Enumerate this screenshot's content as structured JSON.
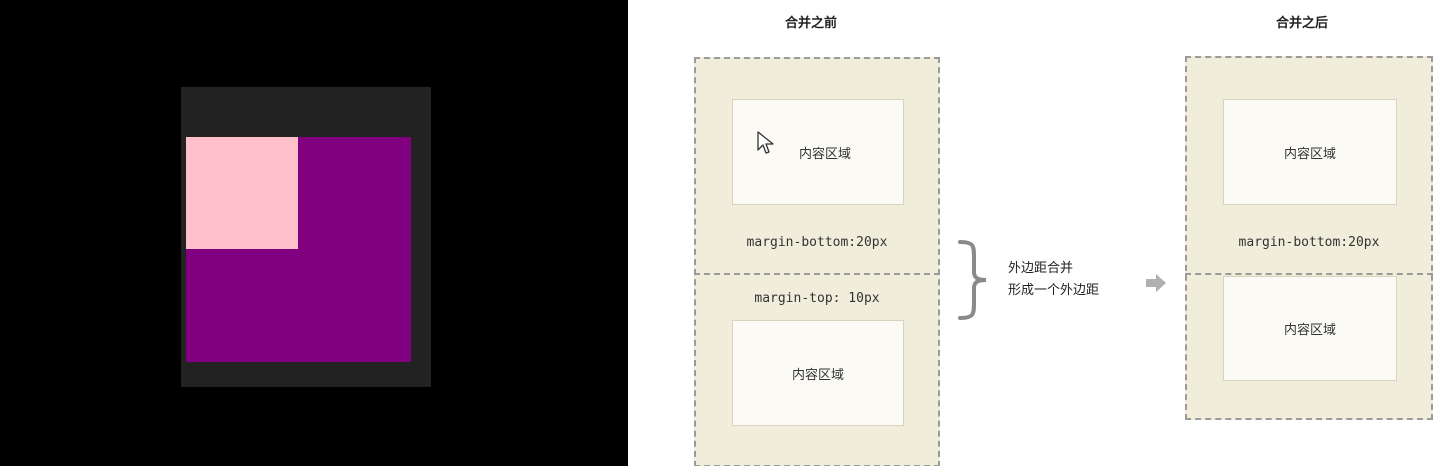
{
  "demo": {
    "colors": {
      "outer": "#222222",
      "inner": "#800080",
      "small": "#ffc0cb"
    }
  },
  "diagram": {
    "before_title": "合并之前",
    "after_title": "合并之后",
    "before": {
      "top_content": "内容区域",
      "margin_bottom": "margin-bottom:20px",
      "margin_top": "margin-top: 10px",
      "bottom_content": "内容区域"
    },
    "merge_label": [
      "外边距合并",
      "形成一个外边距"
    ],
    "after": {
      "top_content": "内容区域",
      "margin_bottom": "margin-bottom:20px",
      "bottom_content": "内容区域"
    },
    "colors": {
      "fill": "#f0eedb",
      "dash": "#9a9a9a",
      "brace": "#8a8a8a",
      "arrow": "#b0b0b0"
    }
  }
}
